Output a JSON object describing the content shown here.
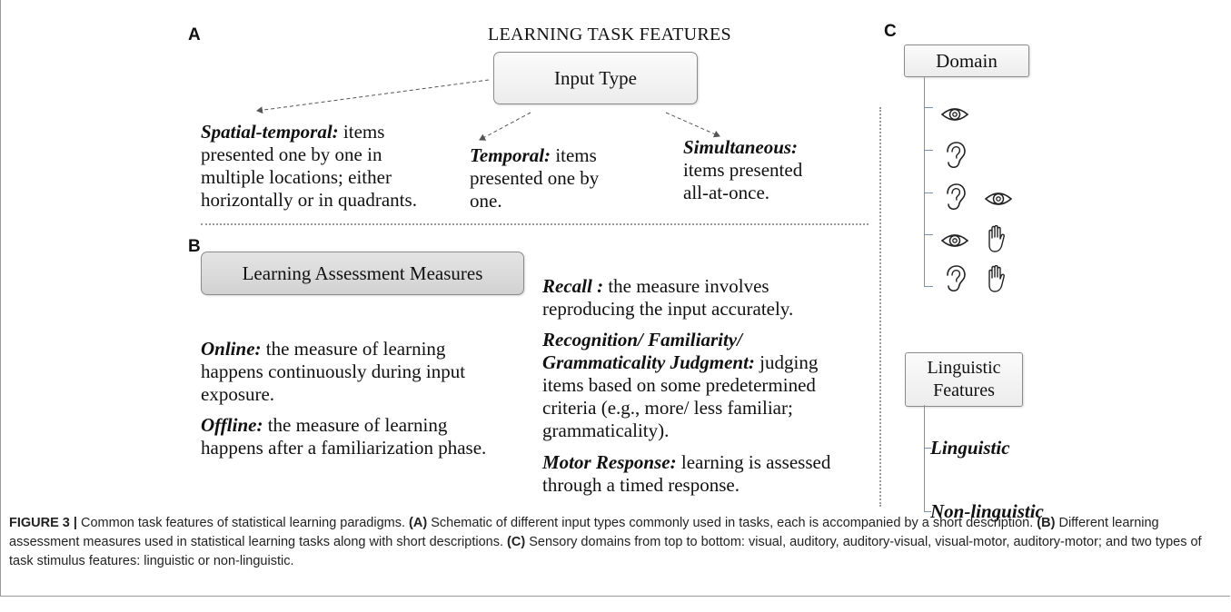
{
  "panels": {
    "a": "A",
    "b": "B",
    "c": "C"
  },
  "title": "LEARNING TASK FEATURES",
  "input_type": "Input Type",
  "spatial": {
    "term": "Spatial-temporal:",
    "lines": [
      " items",
      "presented one by one in",
      "multiple locations; either",
      "horizontally or in quadrants."
    ]
  },
  "temporal": {
    "term": "Temporal:",
    "lines": [
      " items",
      "presented one by",
      "one."
    ]
  },
  "simultaneous": {
    "term": "Simultaneous:",
    "lines": [
      "items presented",
      "all-at-once."
    ]
  },
  "assessment_box": "Learning Assessment Measures",
  "online": {
    "term": "Online:",
    "lines": [
      " the measure of learning",
      "happens continuously during input",
      "exposure."
    ]
  },
  "offline": {
    "term": "Offline:",
    "lines": [
      " the measure of learning",
      "happens after a familiarization phase."
    ]
  },
  "recall": {
    "term": "Recall :",
    "lines": [
      " the measure involves",
      "reproducing the input accurately."
    ]
  },
  "recognition": {
    "term1": "Recognition/ Familiarity/",
    "term2": "Grammaticality Judgment:",
    "lines": [
      " judging",
      "items based on some predetermined",
      "criteria (e.g., more/ less familiar;",
      "grammaticality)."
    ]
  },
  "motor": {
    "term": "Motor Response:",
    "lines": [
      " learning is assessed",
      "through a timed response."
    ]
  },
  "domain_box": "Domain",
  "domain_rows": [
    {
      "icons": [
        "eye-icon"
      ]
    },
    {
      "icons": [
        "ear-icon"
      ]
    },
    {
      "icons": [
        "ear-icon",
        "eye-icon"
      ]
    },
    {
      "icons": [
        "eye-icon",
        "hand-icon"
      ]
    },
    {
      "icons": [
        "ear-icon",
        "hand-icon"
      ]
    }
  ],
  "ling_box_line1": "Linguistic",
  "ling_box_line2": "Features",
  "ling_items": [
    "Linguistic",
    "Non-linguistic"
  ],
  "caption": {
    "fig": "FIGURE 3 |",
    "t1": " Common task features of statistical learning paradigms. ",
    "a": "(A)",
    "t2": " Schematic of different input types commonly used in tasks, each is accompanied by a short description. ",
    "b": "(B)",
    "t3": " Different learning assessment measures used in statistical learning tasks along with short descriptions. ",
    "c": "(C)",
    "t4": " Sensory domains from top to bottom: visual, auditory, auditory-visual, visual-motor, auditory-motor; and two types of task stimulus features: linguistic or non-linguistic."
  }
}
